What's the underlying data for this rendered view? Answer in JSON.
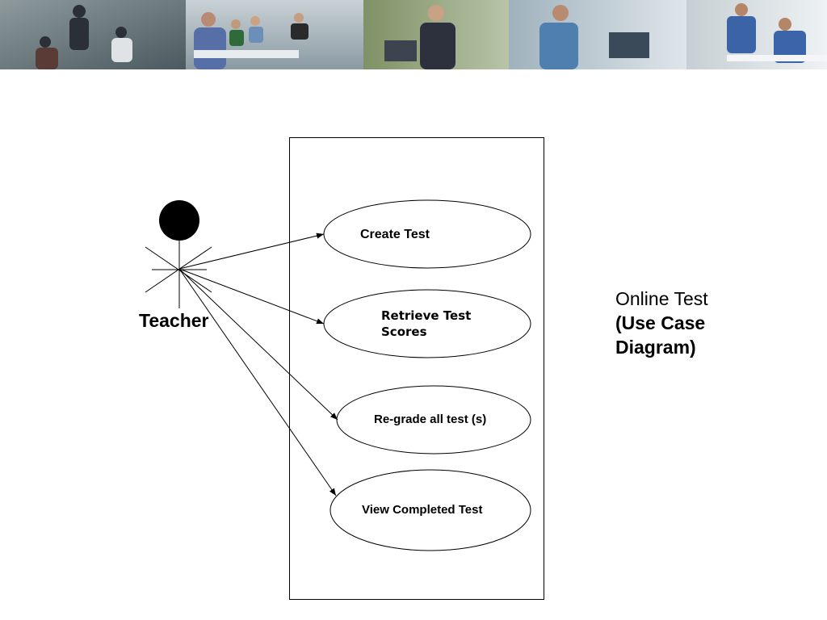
{
  "actor": {
    "name": "Teacher"
  },
  "use_cases": [
    {
      "label": "Create Test"
    },
    {
      "label": "Retrieve Test Scores"
    },
    {
      "label": "Re-grade all test (s)"
    },
    {
      "label": "View Completed Test"
    }
  ],
  "title": {
    "line1": "Online Test",
    "line2": "(Use Case",
    "line3": "Diagram)"
  },
  "colors": {
    "line": "#000000",
    "background": "#ffffff"
  }
}
